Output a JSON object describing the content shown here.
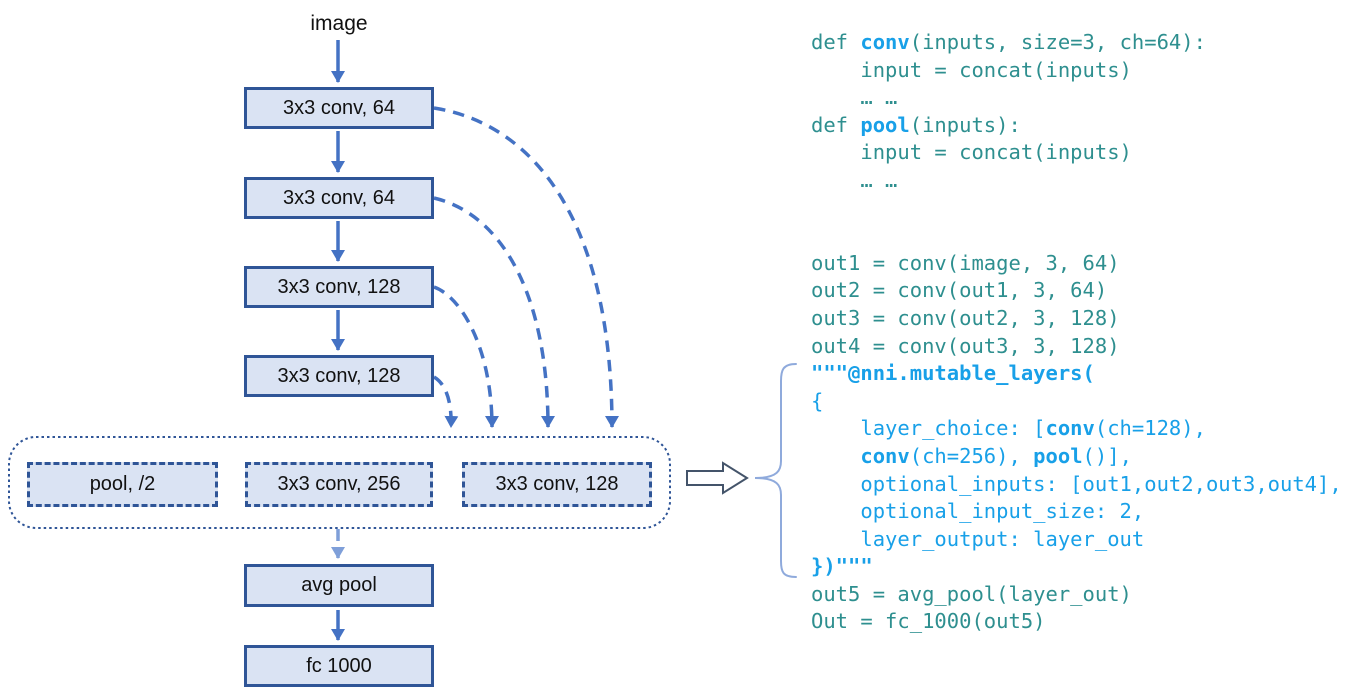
{
  "diagram": {
    "input_label": "image",
    "main_nodes": [
      {
        "label": "3x3 conv, 64"
      },
      {
        "label": "3x3 conv, 64"
      },
      {
        "label": "3x3 conv, 128"
      },
      {
        "label": "3x3 conv, 128"
      }
    ],
    "choice_nodes": [
      {
        "label": "pool, /2"
      },
      {
        "label": "3x3 conv, 256"
      },
      {
        "label": "3x3 conv, 128"
      }
    ],
    "tail_nodes": [
      {
        "label": "avg pool"
      },
      {
        "label": "fc 1000"
      }
    ]
  },
  "code": {
    "lines": [
      [
        {
          "t": "def ",
          "c": "teal"
        },
        {
          "t": "conv",
          "c": "blue",
          "b": true
        },
        {
          "t": "(inputs, size=3, ch=64):",
          "c": "teal"
        }
      ],
      [
        {
          "t": "    input = concat(inputs)",
          "c": "teal"
        }
      ],
      [
        {
          "t": "    … …",
          "c": "teal"
        }
      ],
      [
        {
          "t": "def ",
          "c": "teal"
        },
        {
          "t": "pool",
          "c": "blue",
          "b": true
        },
        {
          "t": "(inputs):",
          "c": "teal"
        }
      ],
      [
        {
          "t": "    input = concat(inputs)",
          "c": "teal"
        }
      ],
      [
        {
          "t": "    … …",
          "c": "teal"
        }
      ],
      [],
      [],
      [
        {
          "t": "out1 = conv(image, 3, 64)",
          "c": "teal"
        }
      ],
      [
        {
          "t": "out2 = conv(out1, 3, 64)",
          "c": "teal"
        }
      ],
      [
        {
          "t": "out3 = conv(out2, 3, 128)",
          "c": "teal"
        }
      ],
      [
        {
          "t": "out4 = conv(out3, 3, 128)",
          "c": "teal"
        }
      ],
      [
        {
          "t": "\"\"\"@nni.mutable_layers(",
          "c": "blue",
          "b": true
        }
      ],
      [
        {
          "t": "{",
          "c": "blue"
        }
      ],
      [
        {
          "t": "    layer_choice: [",
          "c": "blue"
        },
        {
          "t": "conv",
          "c": "blue",
          "b": true
        },
        {
          "t": "(ch=128),",
          "c": "blue"
        }
      ],
      [
        {
          "t": "    ",
          "c": "blue"
        },
        {
          "t": "conv",
          "c": "blue",
          "b": true
        },
        {
          "t": "(ch=256), ",
          "c": "blue"
        },
        {
          "t": "pool",
          "c": "blue",
          "b": true
        },
        {
          "t": "()],",
          "c": "blue"
        }
      ],
      [
        {
          "t": "    optional_inputs: [out1,out2,out3,out4],",
          "c": "blue"
        }
      ],
      [
        {
          "t": "    optional_input_size: 2,",
          "c": "blue"
        }
      ],
      [
        {
          "t": "    layer_output: layer_out",
          "c": "blue"
        }
      ],
      [
        {
          "t": "})\"\"\"",
          "c": "blue",
          "b": true
        }
      ],
      [
        {
          "t": "out5 = avg_pool(layer_out)",
          "c": "teal"
        }
      ],
      [
        {
          "t": "Out = fc_1000(out5)",
          "c": "teal"
        }
      ]
    ]
  },
  "colors": {
    "background": "#FFFFFF",
    "node_fill": "#DAE3F3",
    "node_border": "#2F5597",
    "arrow": "#4472C4",
    "light_arrow": "#7F9FD9",
    "outline_arrow": "#44546A",
    "brace": "#8FAADC",
    "code_teal": "#2E8F8F",
    "code_blue": "#18A0E8"
  }
}
